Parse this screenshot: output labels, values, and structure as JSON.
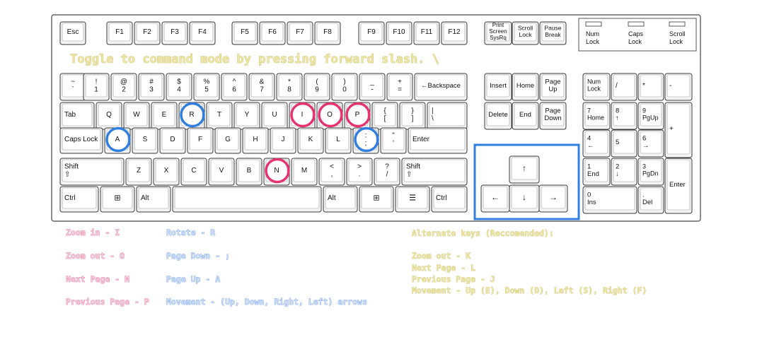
{
  "caption": "Toggle to command mode by pressing forward slash. \\",
  "keys": {
    "esc": "Esc",
    "f": [
      "F1",
      "F2",
      "F3",
      "F4",
      "F5",
      "F6",
      "F7",
      "F8",
      "F9",
      "F10",
      "F11",
      "F12"
    ],
    "print": [
      "Print",
      "Screen",
      "SysRq"
    ],
    "scroll": [
      "Scroll",
      "Lock"
    ],
    "pause": [
      "Pause",
      "Break"
    ],
    "leds": [
      [
        "Num",
        "Lock"
      ],
      [
        "Caps",
        "Lock"
      ],
      [
        "Scroll",
        "Lock"
      ]
    ],
    "number_row": [
      [
        "~",
        "`"
      ],
      [
        "!",
        "1"
      ],
      [
        "@",
        "2"
      ],
      [
        "#",
        "3"
      ],
      [
        "$",
        "4"
      ],
      [
        "%",
        "5"
      ],
      [
        "^",
        "6"
      ],
      [
        "&",
        "7"
      ],
      [
        "*",
        "8"
      ],
      [
        "(",
        "9"
      ],
      [
        ")",
        "0"
      ],
      [
        "_",
        "-"
      ],
      [
        "+",
        "="
      ]
    ],
    "backspace": "←Backspace",
    "tab": "Tab",
    "row_q": [
      "Q",
      "W",
      "E",
      "R",
      "T",
      "Y",
      "U",
      "I",
      "O",
      "P"
    ],
    "brackets": [
      [
        "{",
        "["
      ],
      [
        "}",
        "]"
      ],
      [
        "|",
        "\\"
      ]
    ],
    "caps": "Caps Lock",
    "row_a": [
      "A",
      "S",
      "D",
      "F",
      "G",
      "H",
      "J",
      "K",
      "L"
    ],
    "semicolon": [
      ":",
      ";"
    ],
    "quote": [
      "\"",
      "'"
    ],
    "enter": "Enter",
    "shift": "Shift",
    "row_z": [
      "Z",
      "X",
      "C",
      "V",
      "B",
      "N",
      "M"
    ],
    "punct": [
      [
        "<",
        ","
      ],
      [
        ">",
        "."
      ],
      [
        "?",
        "/"
      ]
    ],
    "ctrl": "Ctrl",
    "alt": "Alt",
    "nav": [
      "Insert",
      "Home",
      [
        "Page",
        "Up"
      ],
      "Delete",
      "End",
      [
        "Page",
        "Down"
      ]
    ],
    "numpad": {
      "numlock": [
        "Num",
        "Lock"
      ],
      "slash": "/",
      "star": "*",
      "minus": "-",
      "plus": "+",
      "enter": "Enter",
      "k7": [
        "7",
        "Home"
      ],
      "k8": [
        "8",
        "↑"
      ],
      "k9": [
        "9",
        "PgUp"
      ],
      "k4": [
        "4",
        "←"
      ],
      "k5": "5",
      "k6": [
        "6",
        "→"
      ],
      "k1": [
        "1",
        "End"
      ],
      "k2": [
        "2",
        "↓"
      ],
      "k3": [
        "3",
        "PgDn"
      ],
      "k0": [
        "0",
        "Ins"
      ],
      "dot": [
        ".",
        "Del"
      ]
    },
    "arrows": [
      "↑",
      "←",
      "↓",
      "→"
    ]
  },
  "highlights": {
    "blue": [
      "R",
      "A",
      ";"
    ],
    "pink": [
      "I",
      "O",
      "P",
      "N"
    ],
    "arrow_cluster": "blue"
  },
  "legend": {
    "pink": [
      "Zoom in - I",
      "Zoom out - O",
      "Next Page - N",
      "Previous Page - P"
    ],
    "blue": [
      "Rotate - R",
      "Page Down - ;",
      "Page Up - A",
      "Movement - (Up, Down, Right, Left) arrows"
    ],
    "alternate_title": "Alternate keys (Reccomended):",
    "alternate": [
      "Zoom out - K",
      "Next Page - L",
      "Previous Page - J",
      "Movement - Up (E), Down (D), Left (S), Right (F)"
    ]
  },
  "colors": {
    "blue": "#2f7fe0",
    "pink": "#e6336e",
    "yellow": "#ede5a0"
  }
}
